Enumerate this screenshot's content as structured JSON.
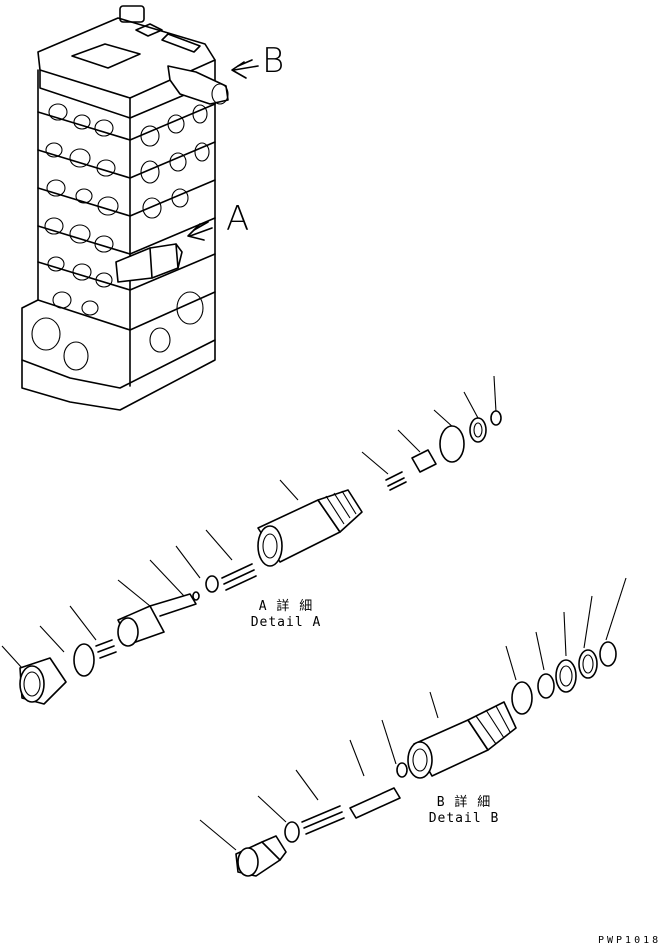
{
  "callouts": {
    "a": "A",
    "b": "B"
  },
  "details": {
    "a_jp": "A 詳 細",
    "a_en": "Detail A",
    "b_jp": "B 詳 細",
    "b_en": "Detail B"
  },
  "drawing_code": "PWP1018"
}
